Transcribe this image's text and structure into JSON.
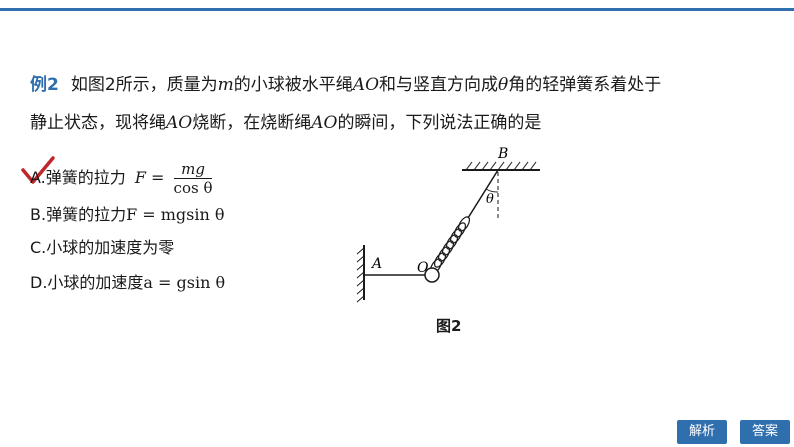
{
  "problem": {
    "example_label": "例2",
    "line1": {
      "t1": "如图2所示，质量为",
      "m": "m",
      "t2": "的小球被水平绳",
      "ao1": "AO",
      "t3": "和与竖直方向成",
      "theta": "θ",
      "t4": "角的轻弹簧系着处于"
    },
    "line2": {
      "t1": "静止状态，现将绳",
      "ao2": "AO",
      "t2": "烧断，在烧断绳",
      "ao3": "AO",
      "t3": "的瞬间，下列说法正确的是"
    }
  },
  "options": {
    "a": {
      "label": "A.弹簧的拉力",
      "lhs": "F =",
      "num": "mg",
      "den": "cos θ"
    },
    "b": {
      "label": "B.弹簧的拉力",
      "formula": "F = mgsin θ"
    },
    "c": {
      "label": "C.小球的加速度为零"
    },
    "d": {
      "label": "D.小球的加速度",
      "formula": "a = gsin θ"
    }
  },
  "figure": {
    "label_a": "A",
    "label_b": "B",
    "label_o": "O",
    "label_theta": "θ",
    "caption": "图2"
  },
  "buttons": {
    "analysis": "解析",
    "answer": "答案"
  },
  "colors": {
    "accent": "#2f6fad",
    "check": "#c0272d"
  }
}
